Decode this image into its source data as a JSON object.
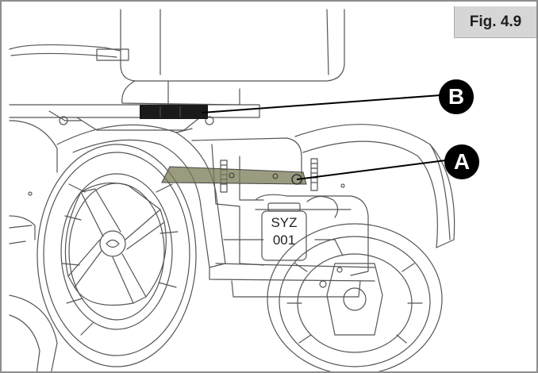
{
  "figure": {
    "label": "Fig. 4.9"
  },
  "callouts": {
    "a": "A",
    "b": "B"
  },
  "plate": {
    "line1": "SYZ",
    "line2": "001"
  },
  "colors": {
    "outline": "#555555",
    "highlight_a": "#7a7a55",
    "highlight_b": "#1a1a1a",
    "callout_bg": "#000000",
    "label_bg": "#d6d6d6"
  }
}
